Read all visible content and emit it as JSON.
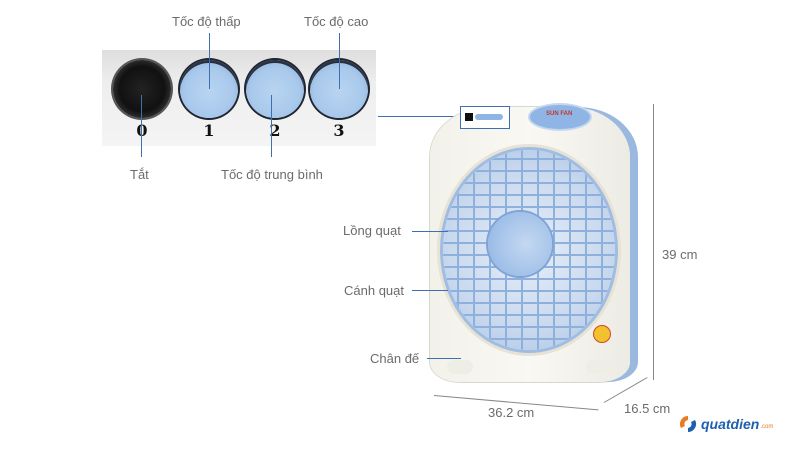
{
  "control_panel": {
    "knobs": [
      {
        "number": "0",
        "color": "#111111",
        "label": "Tắt"
      },
      {
        "number": "1",
        "color": "#a9c9ec",
        "label": "Tốc độ thấp"
      },
      {
        "number": "2",
        "color": "#a9c9ec",
        "label": "Tốc độ trung bình"
      },
      {
        "number": "3",
        "color": "#a9c9ec",
        "label": "Tốc độ cao"
      }
    ]
  },
  "fan_parts": {
    "cage": "Lồng quạt",
    "blades": "Cánh quạt",
    "base": "Chân đế"
  },
  "dimensions": {
    "height": "39 cm",
    "width": "36.2 cm",
    "depth": "16.5 cm"
  },
  "brand_badge": "SUN FAN",
  "logo": {
    "text": "quatdien",
    "suffix": ".com"
  },
  "colors": {
    "leader_line": "#3f6fb0",
    "fan_accent": "#9bb9de",
    "logo_blue": "#1e5fae",
    "logo_orange": "#e77c22"
  }
}
